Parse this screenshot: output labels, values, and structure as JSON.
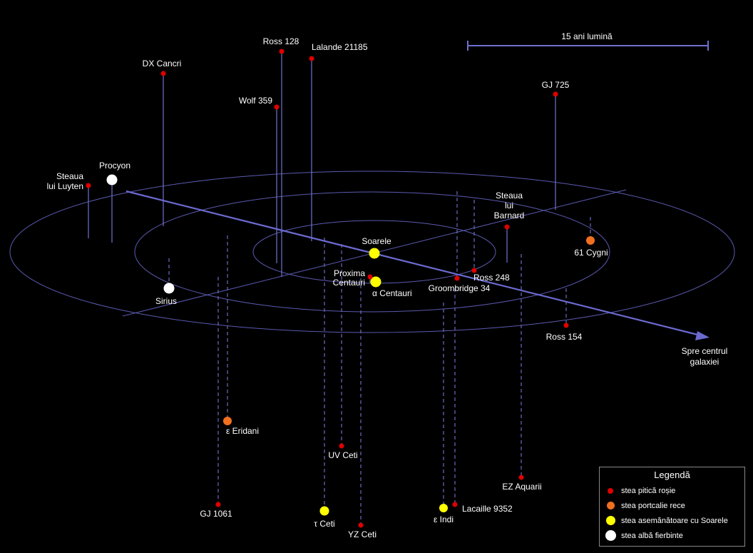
{
  "scale_bar": {
    "label": "15 ani lumină"
  },
  "center_label": {
    "line1": "Spre centrul",
    "line2": "galaxiei"
  },
  "colors": {
    "red_dwarf": "#e00000",
    "orange_dwarf": "#f07020",
    "sunlike": "#ffff00",
    "white": "#ffffff",
    "rings": "#6060b0",
    "stems": "#7070c0",
    "arrow": "#6a6ad0"
  },
  "stars": [
    {
      "id": "sun",
      "label": "Soarele"
    },
    {
      "id": "alpha-centauri",
      "label": "α Centauri"
    },
    {
      "id": "proxima",
      "label1": "Proxima",
      "label2": "Centauri"
    },
    {
      "id": "ross128",
      "label": "Ross 128"
    },
    {
      "id": "lalande",
      "label": "Lalande 21185"
    },
    {
      "id": "dx-cancri",
      "label": "DX Cancri"
    },
    {
      "id": "wolf359",
      "label": "Wolf 359"
    },
    {
      "id": "gj725",
      "label": "GJ 725"
    },
    {
      "id": "procyon",
      "label": "Procyon"
    },
    {
      "id": "luyten",
      "label1": "Steaua",
      "label2": "lui Luyten"
    },
    {
      "id": "barnard",
      "label1": "Steaua",
      "label2": "lui",
      "label3": "Barnard"
    },
    {
      "id": "61cygni",
      "label": "61 Cygni"
    },
    {
      "id": "sirius",
      "label": "Sirius"
    },
    {
      "id": "ross248",
      "label": "Ross 248"
    },
    {
      "id": "groombridge",
      "label": "Groombridge 34"
    },
    {
      "id": "ross154",
      "label": "Ross 154"
    },
    {
      "id": "eps-eridani",
      "label": "ε Eridani"
    },
    {
      "id": "uv-ceti",
      "label": "UV Ceti"
    },
    {
      "id": "gj1061",
      "label": "GJ 1061"
    },
    {
      "id": "tau-ceti",
      "label": "τ Ceti"
    },
    {
      "id": "yz-ceti",
      "label": "YZ Ceti"
    },
    {
      "id": "eps-indi",
      "label": "ε Indi"
    },
    {
      "id": "lacaille",
      "label": "Lacaille 9352"
    },
    {
      "id": "ez-aquarii",
      "label": "EZ Aquarii"
    }
  ],
  "legend": {
    "title": "Legendă",
    "items": [
      {
        "label": "stea pitică roșie"
      },
      {
        "label": "stea portcalie rece"
      },
      {
        "label": "stea asemănătoare cu Soarele"
      },
      {
        "label": "stea albă fierbinte"
      }
    ]
  }
}
